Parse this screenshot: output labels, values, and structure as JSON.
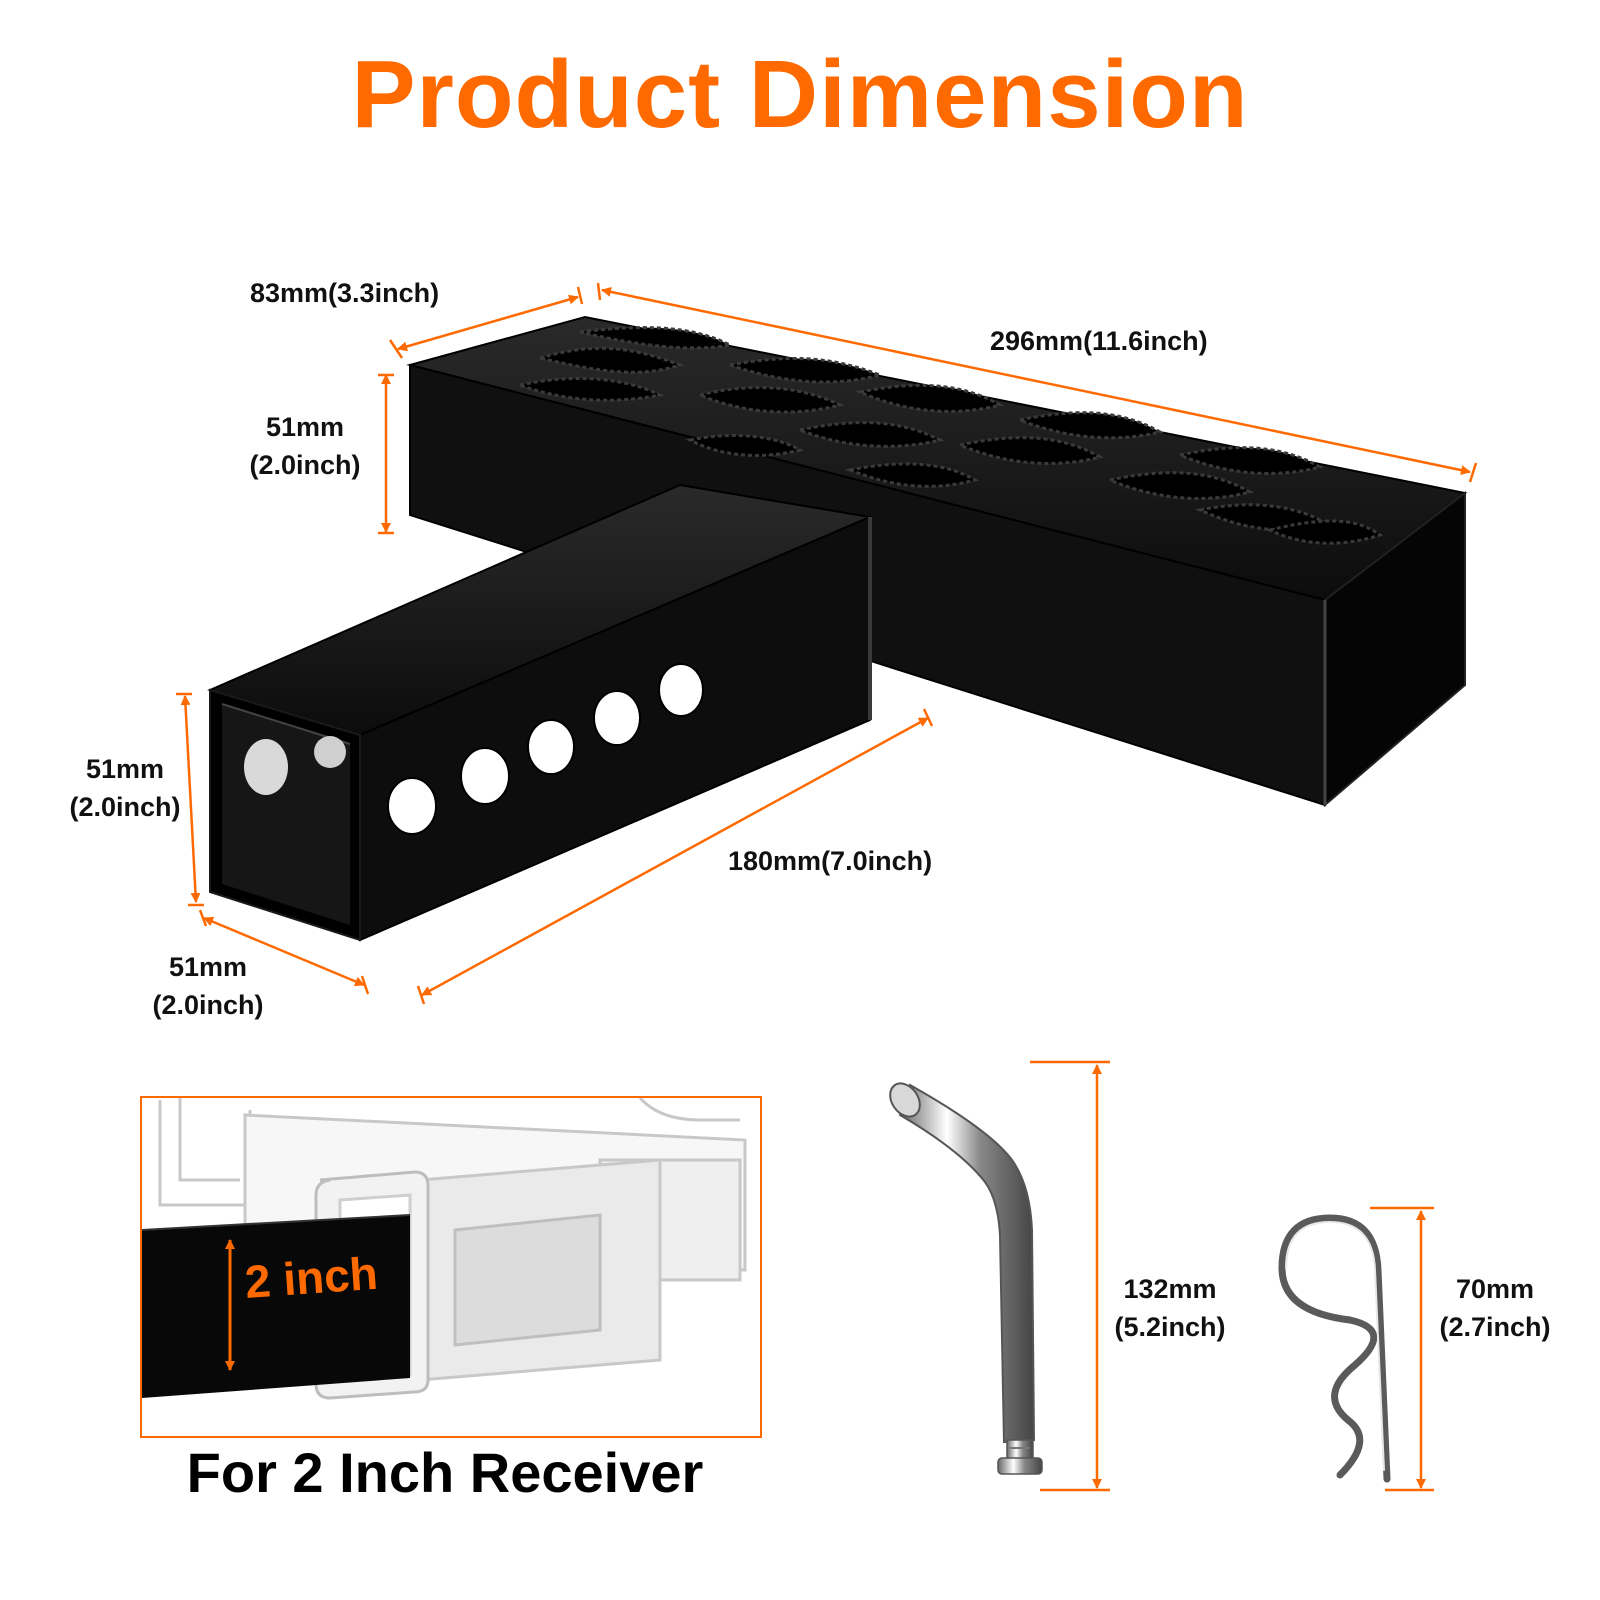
{
  "title": "Product Dimension",
  "colors": {
    "accent": "#ff6a00",
    "steel": "#111111"
  },
  "dimensions": {
    "step_width": "83mm(3.3inch)",
    "step_length": "296mm(11.6inch)",
    "step_height": {
      "mm": "51mm",
      "inch": "(2.0inch)"
    },
    "shank_height": {
      "mm": "51mm",
      "inch": "(2.0inch)"
    },
    "shank_width": {
      "mm": "51mm",
      "inch": "(2.0inch)"
    },
    "shank_length": "180mm(7.0inch)",
    "pin_length": {
      "mm": "132mm",
      "inch": "(5.2inch)"
    },
    "clip_length": {
      "mm": "70mm",
      "inch": "(2.7inch)"
    }
  },
  "receiver": {
    "inch_label": "2 inch",
    "caption": "For 2 Inch Receiver"
  }
}
